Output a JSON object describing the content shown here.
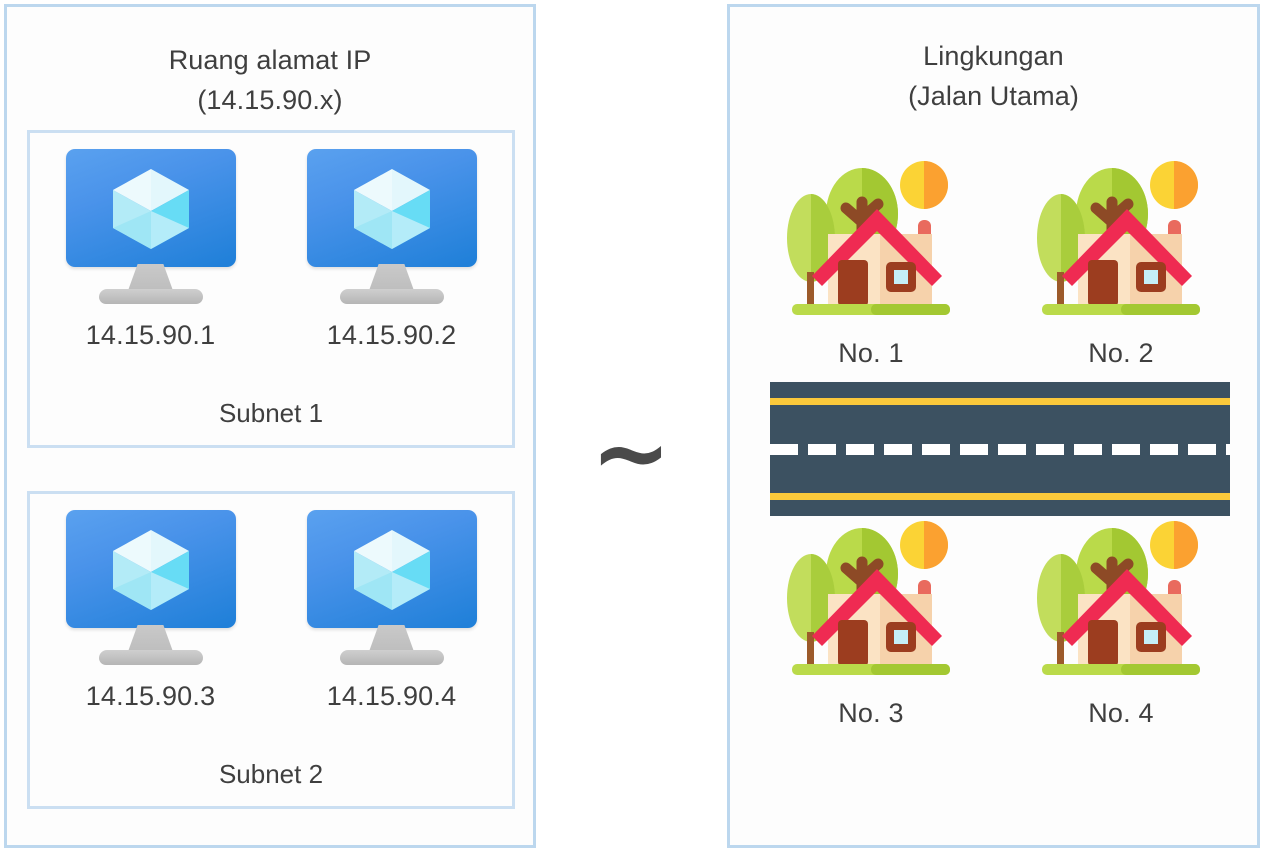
{
  "left_panel": {
    "title_line1": "Ruang alamat IP",
    "title_line2": "(14.15.90.x)",
    "subnets": [
      {
        "label": "Subnet 1",
        "machines": [
          {
            "ip": "14.15.90.1",
            "icon": "vm-monitor-icon"
          },
          {
            "ip": "14.15.90.2",
            "icon": "vm-monitor-icon"
          }
        ]
      },
      {
        "label": "Subnet 2",
        "machines": [
          {
            "ip": "14.15.90.3",
            "icon": "vm-monitor-icon"
          },
          {
            "ip": "14.15.90.4",
            "icon": "vm-monitor-icon"
          }
        ]
      }
    ]
  },
  "connector": {
    "symbol": "~",
    "name": "analogy-tilde"
  },
  "right_panel": {
    "title_line1": "Lingkungan",
    "title_line2": "(Jalan Utama)",
    "houses_top": [
      {
        "label": "No. 1",
        "icon": "house-icon"
      },
      {
        "label": "No. 2",
        "icon": "house-icon"
      }
    ],
    "houses_bottom": [
      {
        "label": "No. 3",
        "icon": "house-icon"
      },
      {
        "label": "No. 4",
        "icon": "house-icon"
      }
    ],
    "road": {
      "name": "main-street-road",
      "asphalt_color": "#3c5161",
      "edge_line_color": "#fbc93b",
      "center_dash_color": "#ffffff"
    }
  },
  "colors": {
    "panel_border": "#bcd7ee",
    "subnet_border": "#cbdff2",
    "background": "#fdfdfd",
    "text": "#3f3f3f",
    "monitor_blue": "#1e7fd8",
    "cube_light": "#d7f3fb",
    "roof_crimson": "#ef2b52",
    "wall_cream": "#fbe3c4",
    "door_brown": "#9c3d1f",
    "window_blue": "#c5eef8",
    "tree_green": "#a8cf3b",
    "sun_yellow": "#fbd335",
    "sun_orange": "#fba130",
    "grass_green": "#b3d545"
  }
}
